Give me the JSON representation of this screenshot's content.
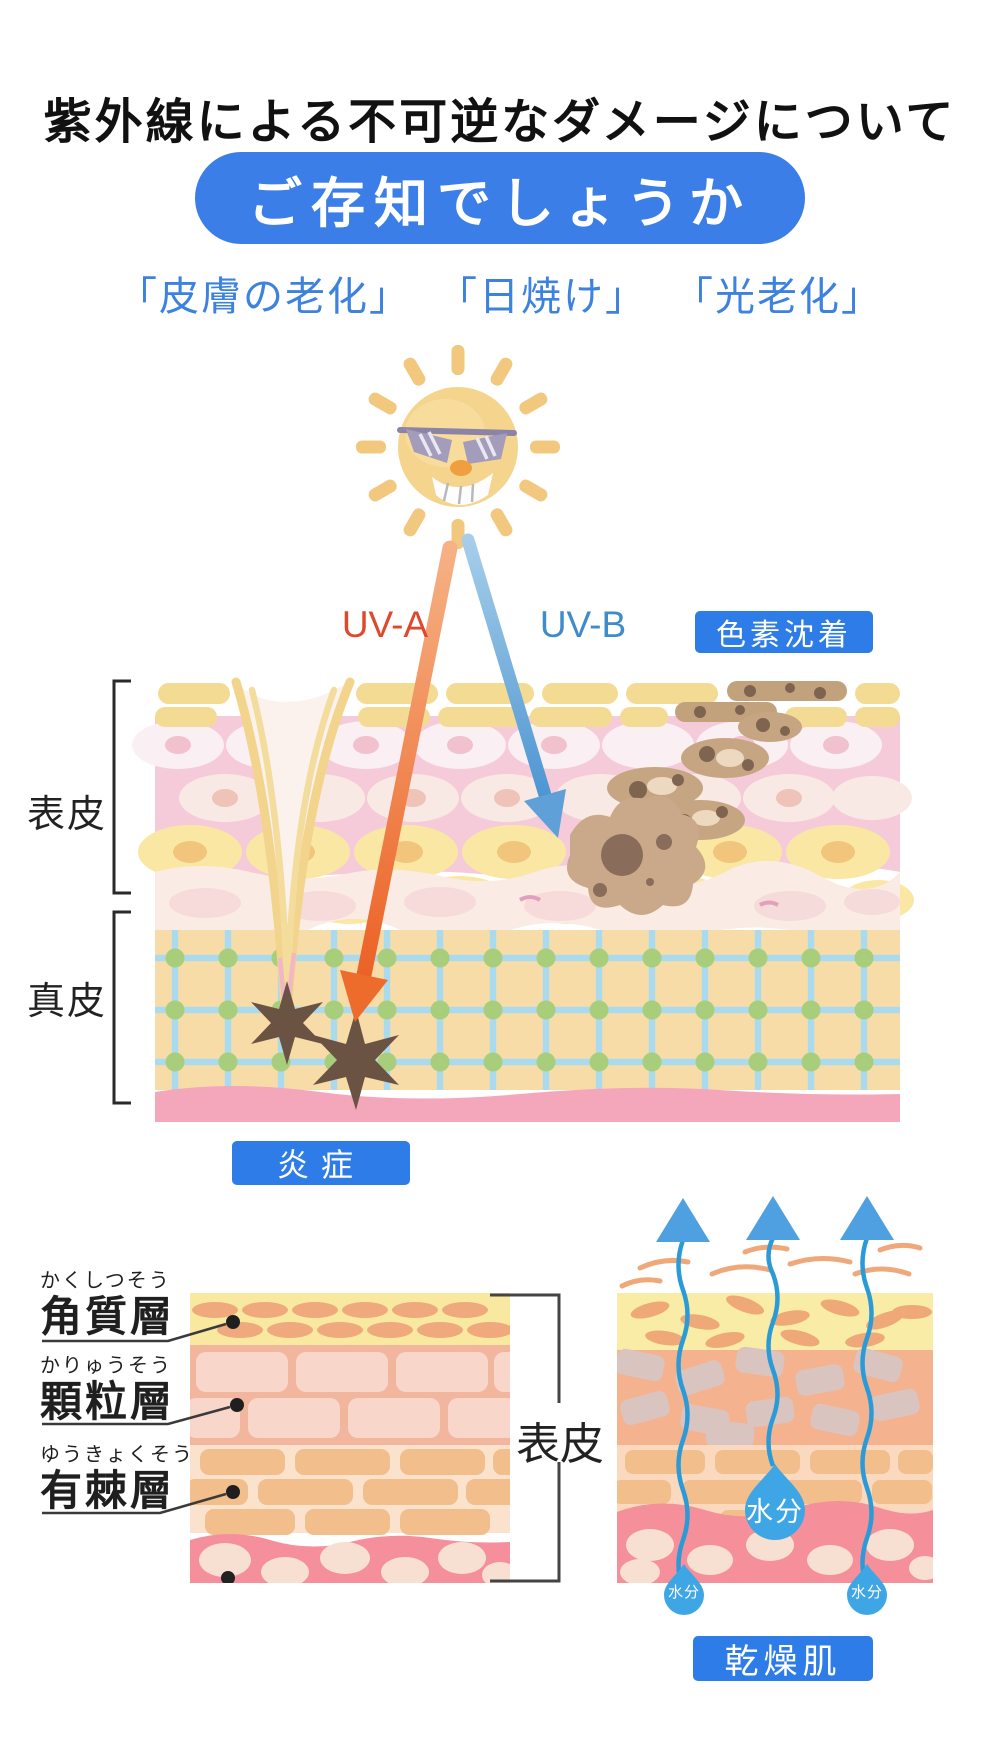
{
  "header": {
    "title": "紫外線による不可逆なダメージについて",
    "pill": "ご存知でしょうか",
    "subtitle_items": [
      "「皮膚の老化」",
      "「日焼け」",
      "「光老化」"
    ]
  },
  "uv_labels": {
    "uv_a": "UV-A",
    "uv_b": "UV-B"
  },
  "badges": {
    "pigmentation": "色素沈着",
    "inflammation": "炎症",
    "dry_skin": "乾燥肌"
  },
  "cross_section_labels": {
    "epidermis": "表皮",
    "dermis": "真皮"
  },
  "epidermis_layers": [
    {
      "furigana": "かくしつそう",
      "kanji": "角質層"
    },
    {
      "furigana": "かりゅうそう",
      "kanji": "顆粒層"
    },
    {
      "furigana": "ゆうきょくそう",
      "kanji": "有棘層"
    }
  ],
  "bottom_left_bracket_label": "表皮",
  "moisture_label": "水分",
  "colors": {
    "badge_blue": "#2e7ce8",
    "pill_blue": "#3b7ee8",
    "subtitle_blue": "#3c82de",
    "uv_a_red": "#e0482e",
    "uv_b_blue": "#3e8ccb",
    "water_blue": "#3fa6e6"
  }
}
